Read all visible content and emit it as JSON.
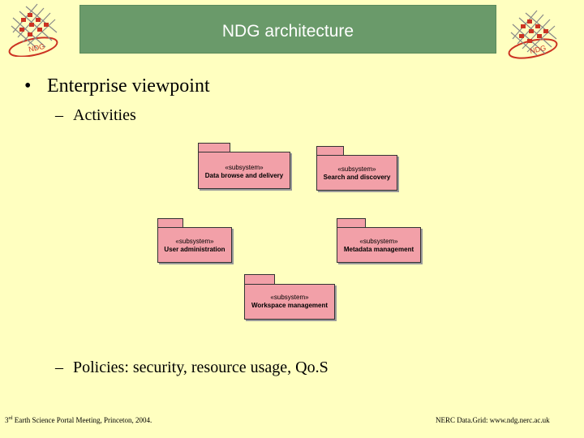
{
  "header": {
    "title": "NDG architecture",
    "logo_text": "NDG"
  },
  "content": {
    "bullet_symbol": "•",
    "dash_symbol": "–",
    "main_bullet": "Enterprise viewpoint",
    "sub_activities": "Activities",
    "sub_policies": "Policies: security, resource usage, Qo.S"
  },
  "diagram": {
    "packages": [
      {
        "stereotype": "«subsystem»",
        "name": "Data browse and delivery"
      },
      {
        "stereotype": "«subsystem»",
        "name": "Search and discovery"
      },
      {
        "stereotype": "«subsystem»",
        "name": "User administration"
      },
      {
        "stereotype": "«subsystem»",
        "name": "Metadata management"
      },
      {
        "stereotype": "«subsystem»",
        "name": "Workspace management"
      }
    ]
  },
  "footer": {
    "left_sup": "rd",
    "left_num": "3",
    "left_text": " Earth Science Portal Meeting, Princeton, 2004.",
    "right_text": "NERC Data.Grid: www.ndg.nerc.ac.uk"
  },
  "colors": {
    "background": "#FFFFC0",
    "title_bar": "#6A9A6A",
    "package_fill": "#F2A0A8"
  }
}
